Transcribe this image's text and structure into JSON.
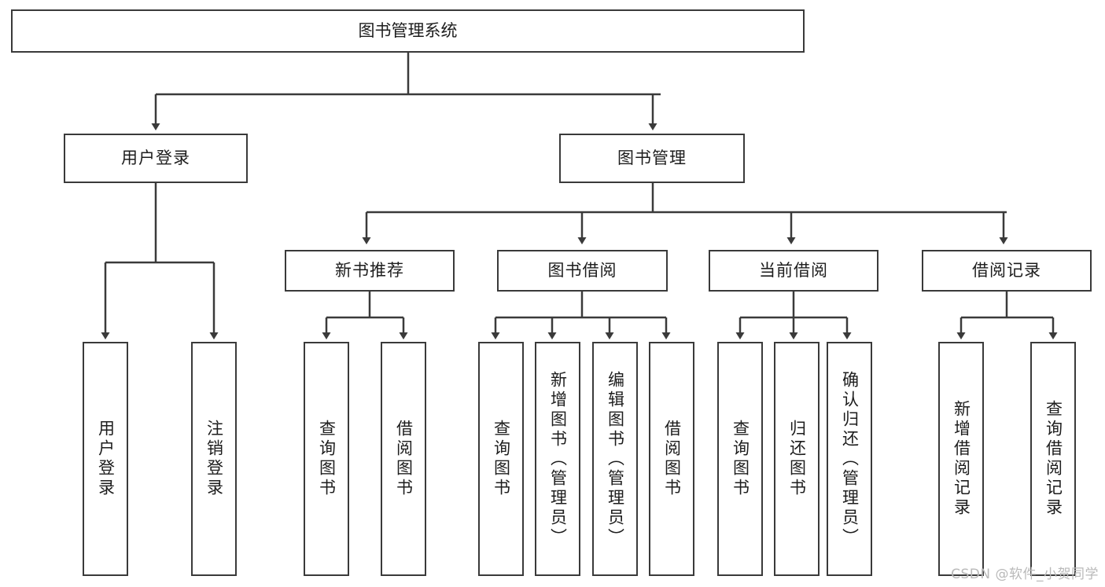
{
  "diagram": {
    "type": "tree-hierarchy",
    "title": "图书管理系统",
    "watermark": "CSDN @软件_小贺同学",
    "root": {
      "label": "图书管理系统"
    },
    "level2": [
      {
        "label": "用户登录"
      },
      {
        "label": "图书管理"
      }
    ],
    "level3": [
      {
        "label": "新书推荐"
      },
      {
        "label": "图书借阅"
      },
      {
        "label": "当前借阅"
      },
      {
        "label": "借阅记录"
      }
    ],
    "leaves": {
      "user_login": [
        {
          "label": "用户登录"
        },
        {
          "label": "注销登录"
        }
      ],
      "new_book_recommend": [
        {
          "label": "查询图书"
        },
        {
          "label": "借阅图书"
        }
      ],
      "book_borrow": [
        {
          "label": "查询图书"
        },
        {
          "label": "新增图书（管理员）"
        },
        {
          "label": "编辑图书（管理员）"
        },
        {
          "label": "借阅图书"
        }
      ],
      "current_borrow": [
        {
          "label": "查询图书"
        },
        {
          "label": "归还图书"
        },
        {
          "label": "确认归还（管理员）"
        }
      ],
      "borrow_record": [
        {
          "label": "新增借阅记录"
        },
        {
          "label": "查询借阅记录"
        }
      ]
    }
  },
  "colors": {
    "stroke": "#3a3a3a",
    "text": "#1d1d1d",
    "background": "#ffffff",
    "watermark": "#b9b9b9"
  }
}
